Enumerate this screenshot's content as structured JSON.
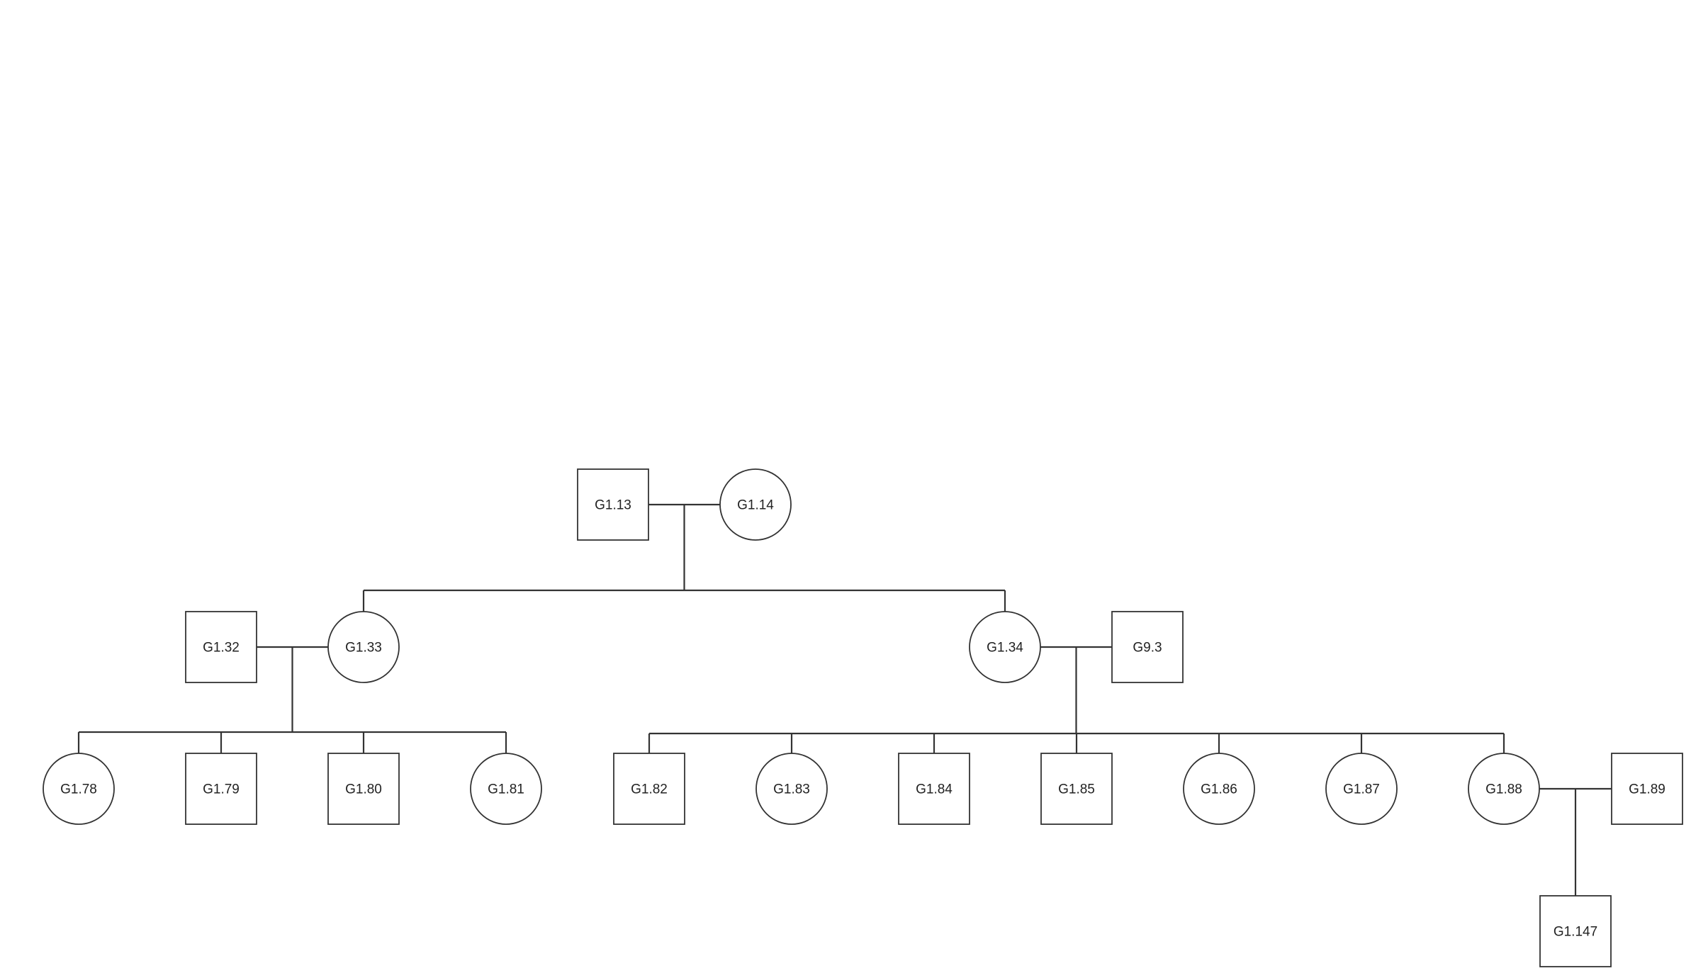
{
  "diagram": {
    "type": "pedigree",
    "nodes": [
      {
        "id": "G1.13",
        "label": "G1.13",
        "shape": "square"
      },
      {
        "id": "G1.14",
        "label": "G1.14",
        "shape": "circle"
      },
      {
        "id": "G1.32",
        "label": "G1.32",
        "shape": "square"
      },
      {
        "id": "G1.33",
        "label": "G1.33",
        "shape": "circle"
      },
      {
        "id": "G1.34",
        "label": "G1.34",
        "shape": "circle"
      },
      {
        "id": "G9.3",
        "label": "G9.3",
        "shape": "square"
      },
      {
        "id": "G1.78",
        "label": "G1.78",
        "shape": "circle"
      },
      {
        "id": "G1.79",
        "label": "G1.79",
        "shape": "square"
      },
      {
        "id": "G1.80",
        "label": "G1.80",
        "shape": "square"
      },
      {
        "id": "G1.81",
        "label": "G1.81",
        "shape": "circle"
      },
      {
        "id": "G1.82",
        "label": "G1.82",
        "shape": "square"
      },
      {
        "id": "G1.83",
        "label": "G1.83",
        "shape": "circle"
      },
      {
        "id": "G1.84",
        "label": "G1.84",
        "shape": "square"
      },
      {
        "id": "G1.85",
        "label": "G1.85",
        "shape": "square"
      },
      {
        "id": "G1.86",
        "label": "G1.86",
        "shape": "circle"
      },
      {
        "id": "G1.87",
        "label": "G1.87",
        "shape": "circle"
      },
      {
        "id": "G1.88",
        "label": "G1.88",
        "shape": "circle"
      },
      {
        "id": "G1.89",
        "label": "G1.89",
        "shape": "square"
      },
      {
        "id": "G1.147",
        "label": "G1.147",
        "shape": "square"
      }
    ],
    "families": [
      {
        "parents": [
          "G1.13",
          "G1.14"
        ],
        "children": [
          "G1.33",
          "G1.34"
        ]
      },
      {
        "parents": [
          "G1.32",
          "G1.33"
        ],
        "children": [
          "G1.78",
          "G1.79",
          "G1.80",
          "G1.81"
        ]
      },
      {
        "parents": [
          "G1.34",
          "G9.3"
        ],
        "children": [
          "G1.82",
          "G1.83",
          "G1.84",
          "G1.85",
          "G1.86",
          "G1.87",
          "G1.88"
        ]
      },
      {
        "parents": [
          "G1.88",
          "G1.89"
        ],
        "children": [
          "G1.147"
        ]
      }
    ],
    "colors": {
      "stroke": "#333333",
      "fill": "#ffffff",
      "text": "#222222"
    }
  }
}
